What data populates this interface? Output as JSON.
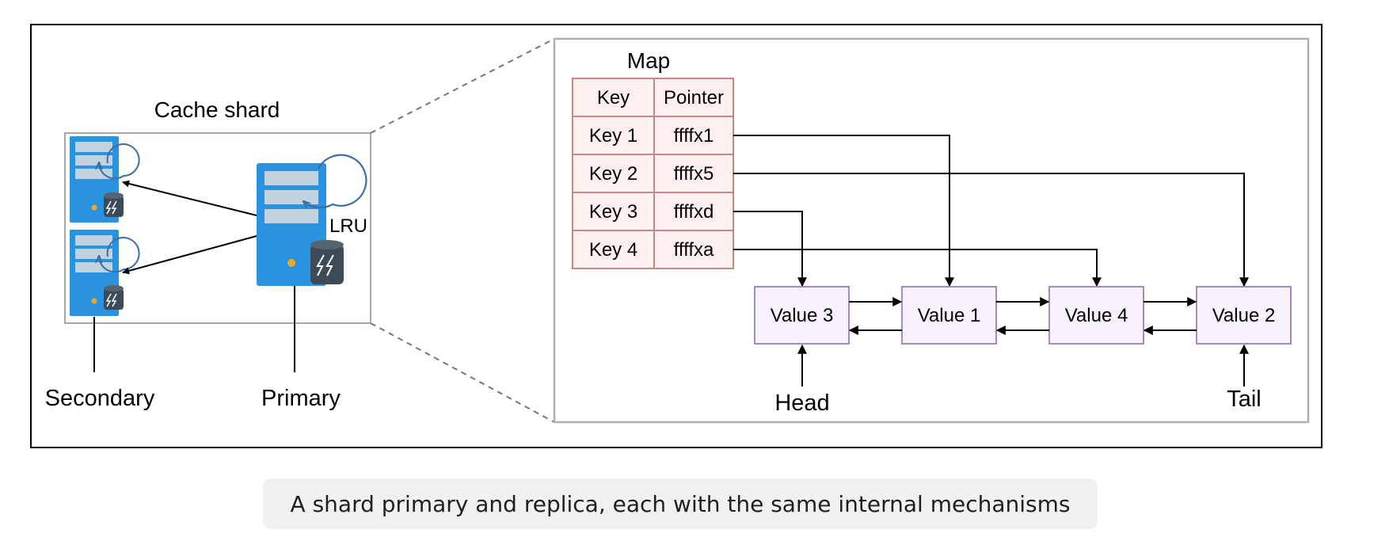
{
  "left_panel": {
    "title": "Cache shard",
    "lru_label": "LRU",
    "secondary_label": "Secondary",
    "primary_label": "Primary"
  },
  "map": {
    "title": "Map",
    "headers": [
      "Key",
      "Pointer"
    ],
    "rows": [
      {
        "key": "Key 1",
        "pointer": "ffffx1"
      },
      {
        "key": "Key 2",
        "pointer": "ffffx5"
      },
      {
        "key": "Key 3",
        "pointer": "ffffxd"
      },
      {
        "key": "Key 4",
        "pointer": "ffffxa"
      }
    ]
  },
  "list": {
    "nodes": [
      "Value 3",
      "Value 1",
      "Value 4",
      "Value 2"
    ],
    "head_label": "Head",
    "tail_label": "Tail"
  },
  "caption": "A shard primary and replica, each with the same internal mechanisms",
  "colors": {
    "server_blue": "#2a93e0",
    "server_slot": "#c2d3e0",
    "db_dark": "#3d4a57",
    "led": "#f5a623",
    "map_fill": "#fdf0ef",
    "map_stroke": "#c48a8a",
    "node_fill": "#f8f2fd",
    "node_stroke": "#a58bc0",
    "lru_arrow": "#3b6ea5"
  }
}
